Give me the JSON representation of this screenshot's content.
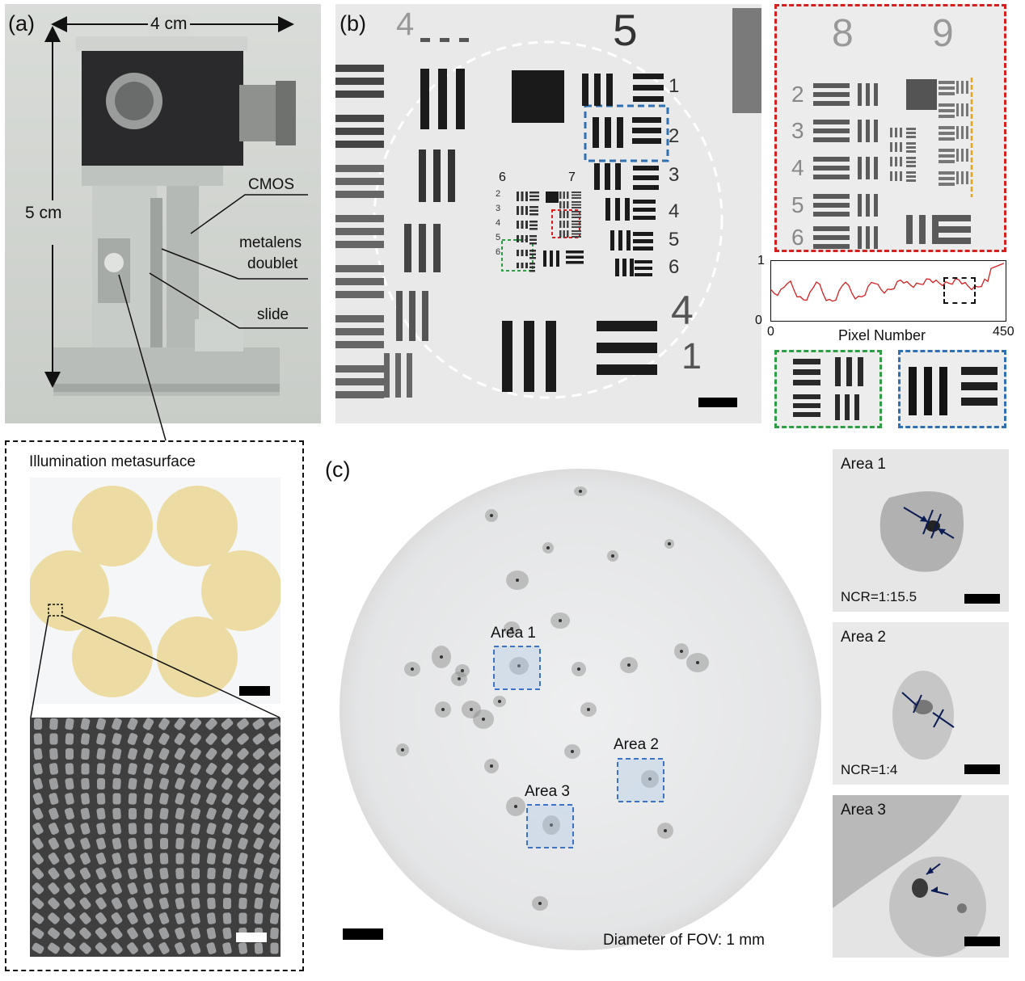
{
  "panels": {
    "a": {
      "label": "(a)",
      "width_dim": "4 cm",
      "height_dim": "5 cm",
      "callouts": [
        "CMOS",
        "metalens",
        "doublet",
        "slide"
      ],
      "inset_title": "Illumination metasurface"
    },
    "b": {
      "label": "(b)",
      "group_numbers": [
        "4",
        "5",
        "4",
        "1"
      ],
      "element_numbers_right": [
        "1",
        "2",
        "3",
        "4",
        "5",
        "6"
      ],
      "element_numbers_left": [
        "2",
        "3",
        "4",
        "5",
        "6"
      ],
      "center_group_numbers": [
        "6",
        "7"
      ],
      "zoom_group_numbers": [
        "8",
        "9"
      ],
      "zoom_element_numbers_left": [
        "2",
        "3",
        "4",
        "5",
        "6"
      ],
      "profile": {
        "ymax_label": "1",
        "ymin_label": "0",
        "xmin_label": "0",
        "xmax_label": "450",
        "xlabel": "Pixel Number"
      }
    },
    "c": {
      "label": "(c)",
      "fov_caption": "Diameter of FOV: 1 mm",
      "areas": [
        {
          "name": "Area 1",
          "ncr": "NCR=1:15.5"
        },
        {
          "name": "Area 2",
          "ncr": "NCR=1:4"
        },
        {
          "name": "Area 3",
          "ncr": ""
        }
      ]
    }
  },
  "colors": {
    "red_box": "#d62020",
    "blue_box": "#2f6fb3",
    "green_box": "#2e9e44",
    "profile_line": "#d62020",
    "arrow": "#0b1c55",
    "orange_line": "#e8a417",
    "metasurface_disc": "#ecdca3"
  }
}
